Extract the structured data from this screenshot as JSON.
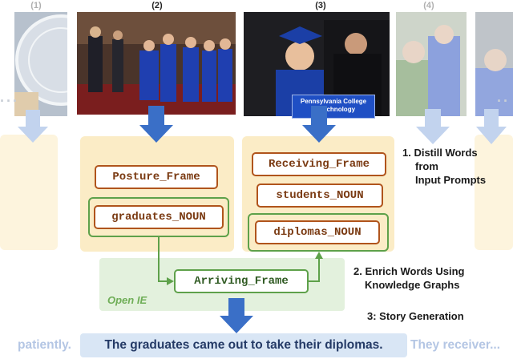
{
  "panels": [
    {
      "index_label": "(1)",
      "faded": true
    },
    {
      "index_label": "(2)",
      "faded": false
    },
    {
      "index_label": "(3)",
      "faded": false
    },
    {
      "index_label": "(4)",
      "faded": true
    }
  ],
  "photo3_sign": {
    "line1": "Pennsylvania College",
    "line2": "of Technology"
  },
  "frames": {
    "posture": "Posture_Frame",
    "graduates": "graduates_NOUN",
    "receiving": "Receiving_Frame",
    "students": "students_NOUN",
    "diplomas": "diplomas_NOUN",
    "arriving": "Arriving_Frame"
  },
  "open_ie_label": "Open IE",
  "steps": {
    "step1": [
      "1. Distill Words",
      "from",
      "Input Prompts"
    ],
    "step2": [
      "2. Enrich Words Using",
      "Knowledge Graphs"
    ],
    "step3": "3: Story Generation"
  },
  "story": {
    "left": "patiently.",
    "main": "The graduates came out to take their diplomas.",
    "right": "They receiver..."
  },
  "colors": {
    "blue_arrow": "#3a6fc7",
    "faded_arrow": "#c2d3ee",
    "orange_border": "#b0541c",
    "green_border": "#5ea14a",
    "panel_fill": "#fbecc6",
    "green_fill": "#e3f1dd",
    "story_fill": "#d9e6f5"
  }
}
